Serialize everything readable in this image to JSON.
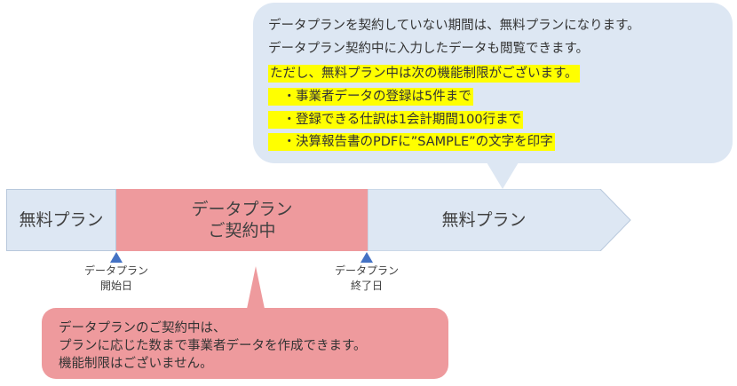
{
  "top_note": {
    "lines": [
      "データプランを契約していない期間は、無料プランになります。",
      "データプラン契約中に入力したデータも閲覧できます。"
    ],
    "highlight_lines": [
      "ただし、無料プラン中は次の機能制限がございます。",
      "　・事業者データの登録は5件まで",
      "　・登録できる仕訳は1会計期間100行まで",
      "　・決算報告書のPDFに”SAMPLE”の文字を印字"
    ],
    "highlight_color": "#ffff00",
    "bubble_color": "#dde7f3"
  },
  "timeline": {
    "left_segment": "無料プラン",
    "middle_segment_line1": "データプラン",
    "middle_segment_line2": "ご契約中",
    "right_segment": "無料プラン",
    "free_color": "#dde7f3",
    "contract_color": "#ee9a9d",
    "marker_color": "#4472c4",
    "start_marker_line1": "データプラン",
    "start_marker_line2": "開始日",
    "end_marker_line1": "データプラン",
    "end_marker_line2": "終了日"
  },
  "bottom_note": {
    "lines": [
      "データプランのご契約中は、",
      "プランに応じた数まで事業者データを作成できます。",
      "機能制限はございません。"
    ],
    "bubble_color": "#ee9a9d"
  }
}
